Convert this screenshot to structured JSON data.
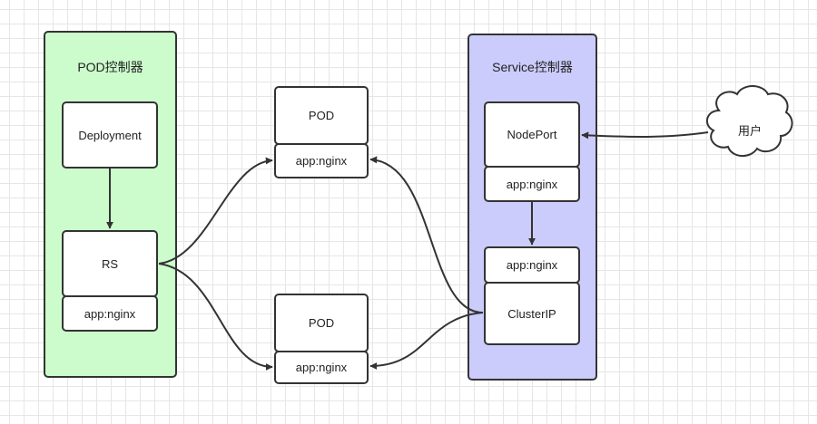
{
  "colors": {
    "pod_group_fill": "#ccfccc",
    "service_group_fill": "#ccccfc",
    "stroke": "#333333",
    "grid": "#e6e6e6"
  },
  "pod_controller": {
    "title": "POD控制器",
    "deployment": "Deployment",
    "rs": "RS",
    "rs_label": "app:nginx"
  },
  "pods": [
    {
      "title": "POD",
      "label": "app:nginx"
    },
    {
      "title": "POD",
      "label": "app:nginx"
    }
  ],
  "service_controller": {
    "title": "Service控制器",
    "nodeport": "NodePort",
    "nodeport_label": "app:nginx",
    "clusterip_label": "app:nginx",
    "clusterip": "ClusterIP"
  },
  "user": {
    "label": "用户",
    "icon": "cloud-icon"
  }
}
